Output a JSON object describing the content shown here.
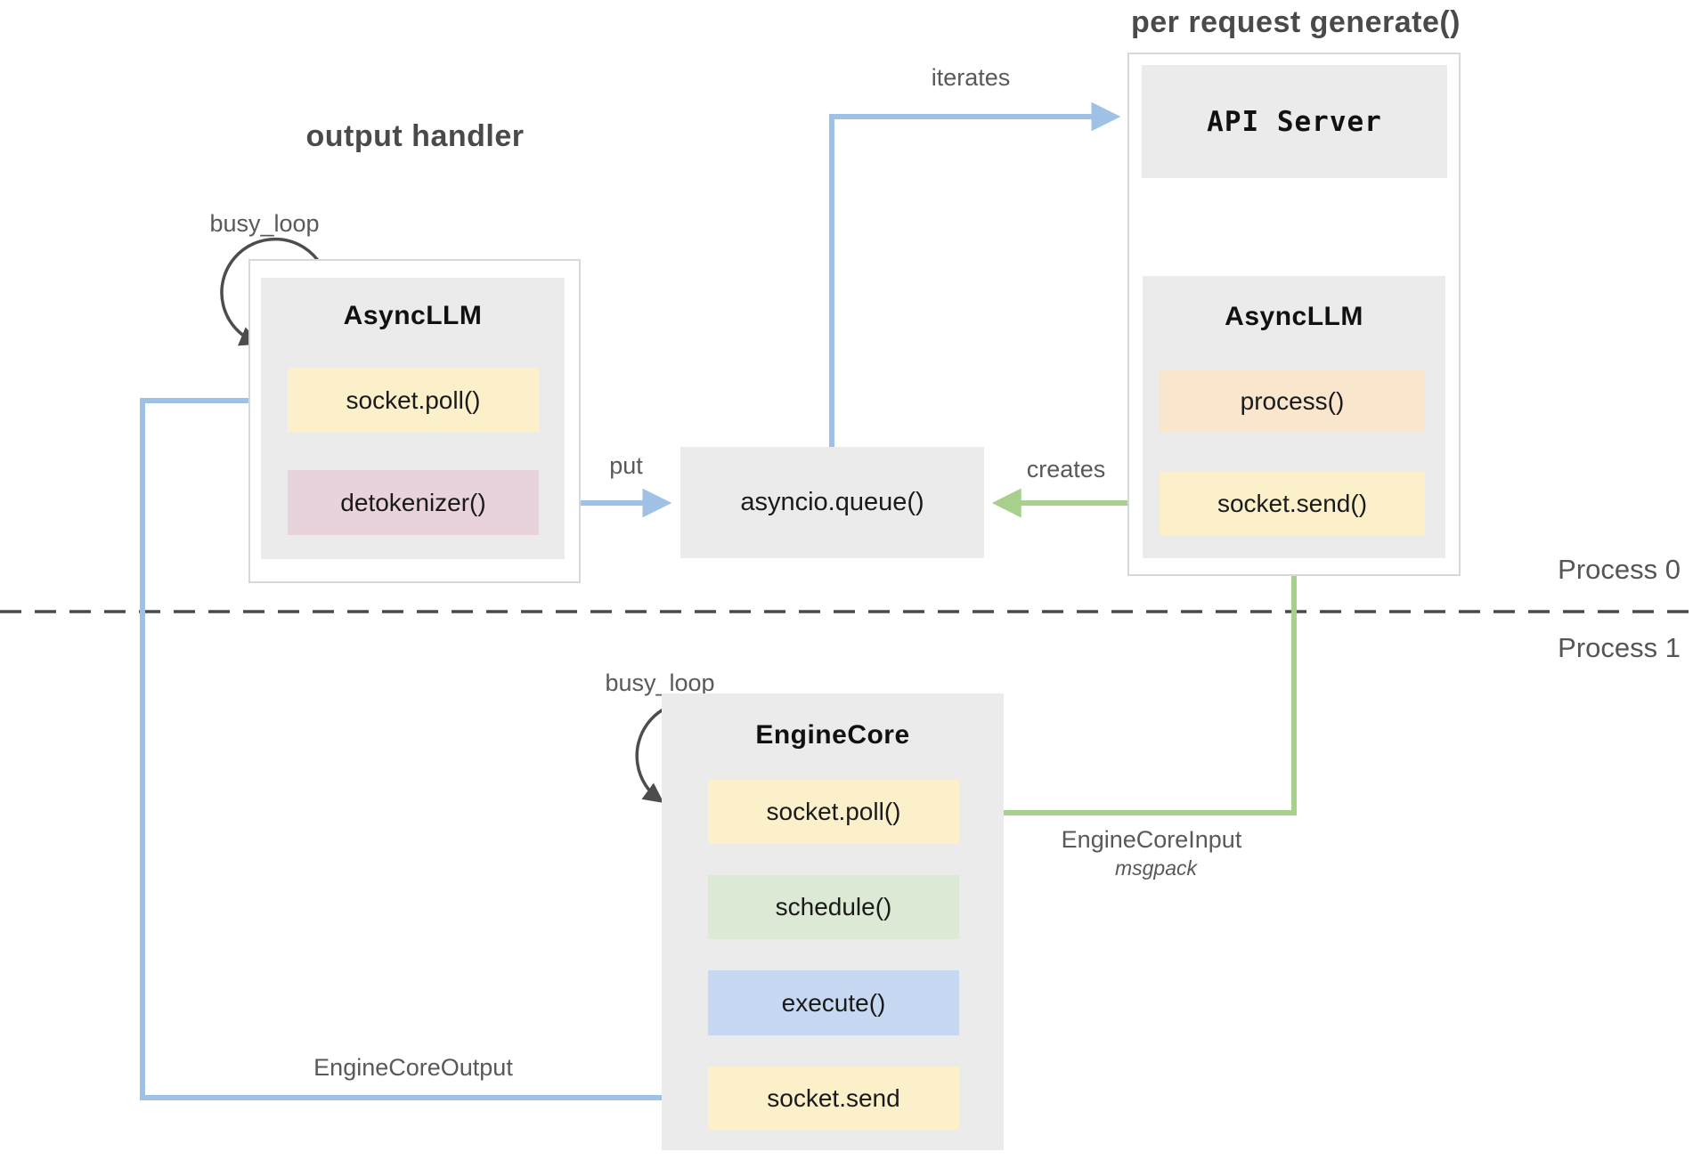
{
  "titles": {
    "output_handler": "output handler",
    "per_request_generate": "per request generate()"
  },
  "process_labels": {
    "process0": "Process 0",
    "process1": "Process 1"
  },
  "edge_labels": {
    "busy_loop_left": "busy_loop",
    "busy_loop_bottom": "busy_loop",
    "iterates": "iterates",
    "put": "put",
    "creates": "creates",
    "engine_core_input": "EngineCoreInput",
    "engine_core_input_format": "msgpack",
    "engine_core_output": "EngineCoreOutput"
  },
  "nodes": {
    "async_llm_left": {
      "title": "AsyncLLM",
      "methods": [
        "socket.poll()",
        "detokenizer()"
      ]
    },
    "api_server": {
      "title": "API Server"
    },
    "async_llm_right": {
      "title": "AsyncLLM",
      "methods": [
        "process()",
        "socket.send()"
      ]
    },
    "asyncio_queue": {
      "title": "asyncio.queue()"
    },
    "engine_core": {
      "title": "EngineCore",
      "methods": [
        "socket.poll()",
        "schedule()",
        "execute()",
        "socket.send"
      ]
    }
  },
  "colors": {
    "arrow_blue": "#9fc1e6",
    "arrow_green": "#a8d08d",
    "loop_arrow_dark": "#4d4d4d",
    "node_gray": "#ebebeb",
    "container_border": "#d8d8d8",
    "method_yellow": "#fbf0ca",
    "method_pink": "#e8d2dc",
    "method_peach": "#fae5cd",
    "method_green": "#dce9d5",
    "method_blue": "#c7d8f2",
    "label_gray": "#595959"
  }
}
